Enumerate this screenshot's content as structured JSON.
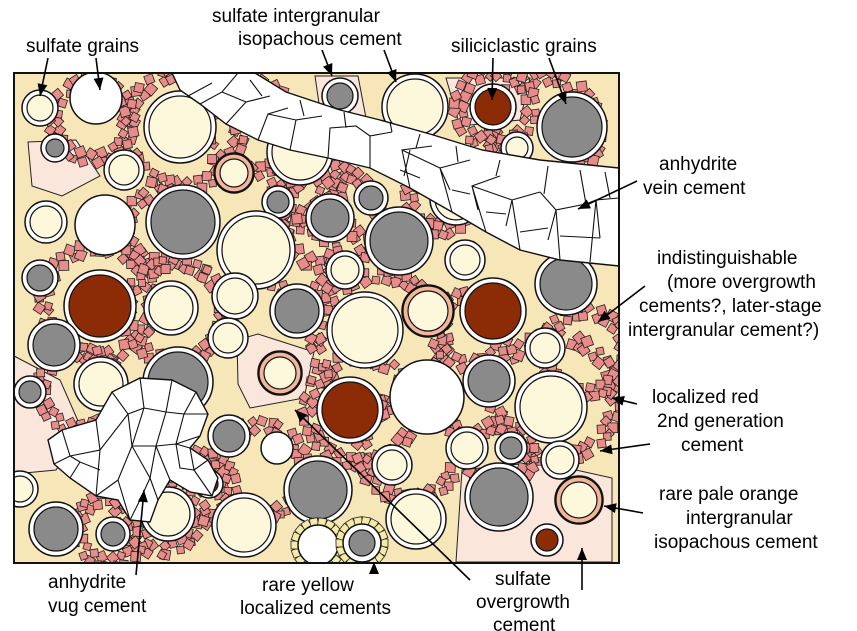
{
  "colors": {
    "matrix": "#f7e6b8",
    "grain_fill": "#fdf7dc",
    "grey_grain": "#8a8a8a",
    "red_grain": "#8b2c06",
    "red_cement": "#e98b88",
    "pink_clast": "#fbe6dc",
    "pale_orange_rim": "#f2b79a",
    "yellow_cement": "#f5eaa6",
    "anhydrite": "#ffffff"
  },
  "labels": {
    "sulfate_grains": "sulfate grains",
    "sulfate_intergranular_1": "sulfate intergranular",
    "sulfate_intergranular_2": "isopachous cement",
    "siliciclastic_grains": "siliciclastic grains",
    "anhydrite_vein_1": "anhydrite",
    "anhydrite_vein_2": "vein cement",
    "indist_1": "indistinguishable",
    "indist_2": "(more overgrowth",
    "indist_3": "cements?, later-stage",
    "indist_4": "intergranular cement?)",
    "red_1": "localized red",
    "red_2": "2nd generation",
    "red_3": "cement",
    "orange_1": "rare pale orange",
    "orange_2": "intergranular",
    "orange_3": "isopachous cement",
    "vug_1": "anhydrite",
    "vug_2": "vug cement",
    "yellow_1": "rare yellow",
    "yellow_2": "localized cements",
    "overgrowth_1": "sulfate",
    "overgrowth_2": "overgrowth",
    "overgrowth_3": "cement"
  }
}
